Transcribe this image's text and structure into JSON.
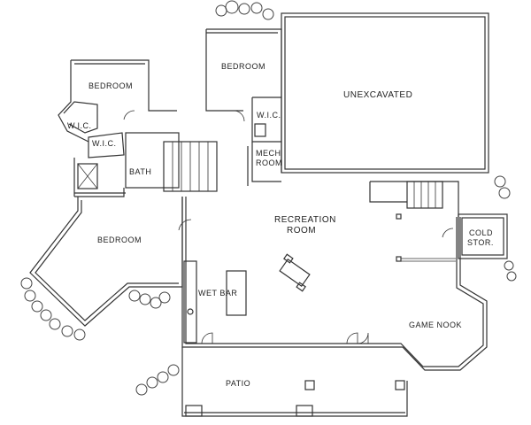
{
  "rooms": {
    "bedroom_top_left": "BEDROOM",
    "bedroom_top_mid": "BEDROOM",
    "unexcavated": "UNEXCAVATED",
    "wic_left": "W.I.C.",
    "wic_left_lower": "W.I.C.",
    "wic_right": "W.I.C.",
    "bath": "BATH",
    "mech_line1": "MECH",
    "mech_line2": "ROOM",
    "recreation_line1": "RECREATION",
    "recreation_line2": "ROOM",
    "cold_line1": "COLD",
    "cold_line2": "STOR.",
    "bedroom_left": "BEDROOM",
    "wet_bar": "WET BAR",
    "game_nook": "GAME NOOK",
    "patio": "PATIO"
  }
}
